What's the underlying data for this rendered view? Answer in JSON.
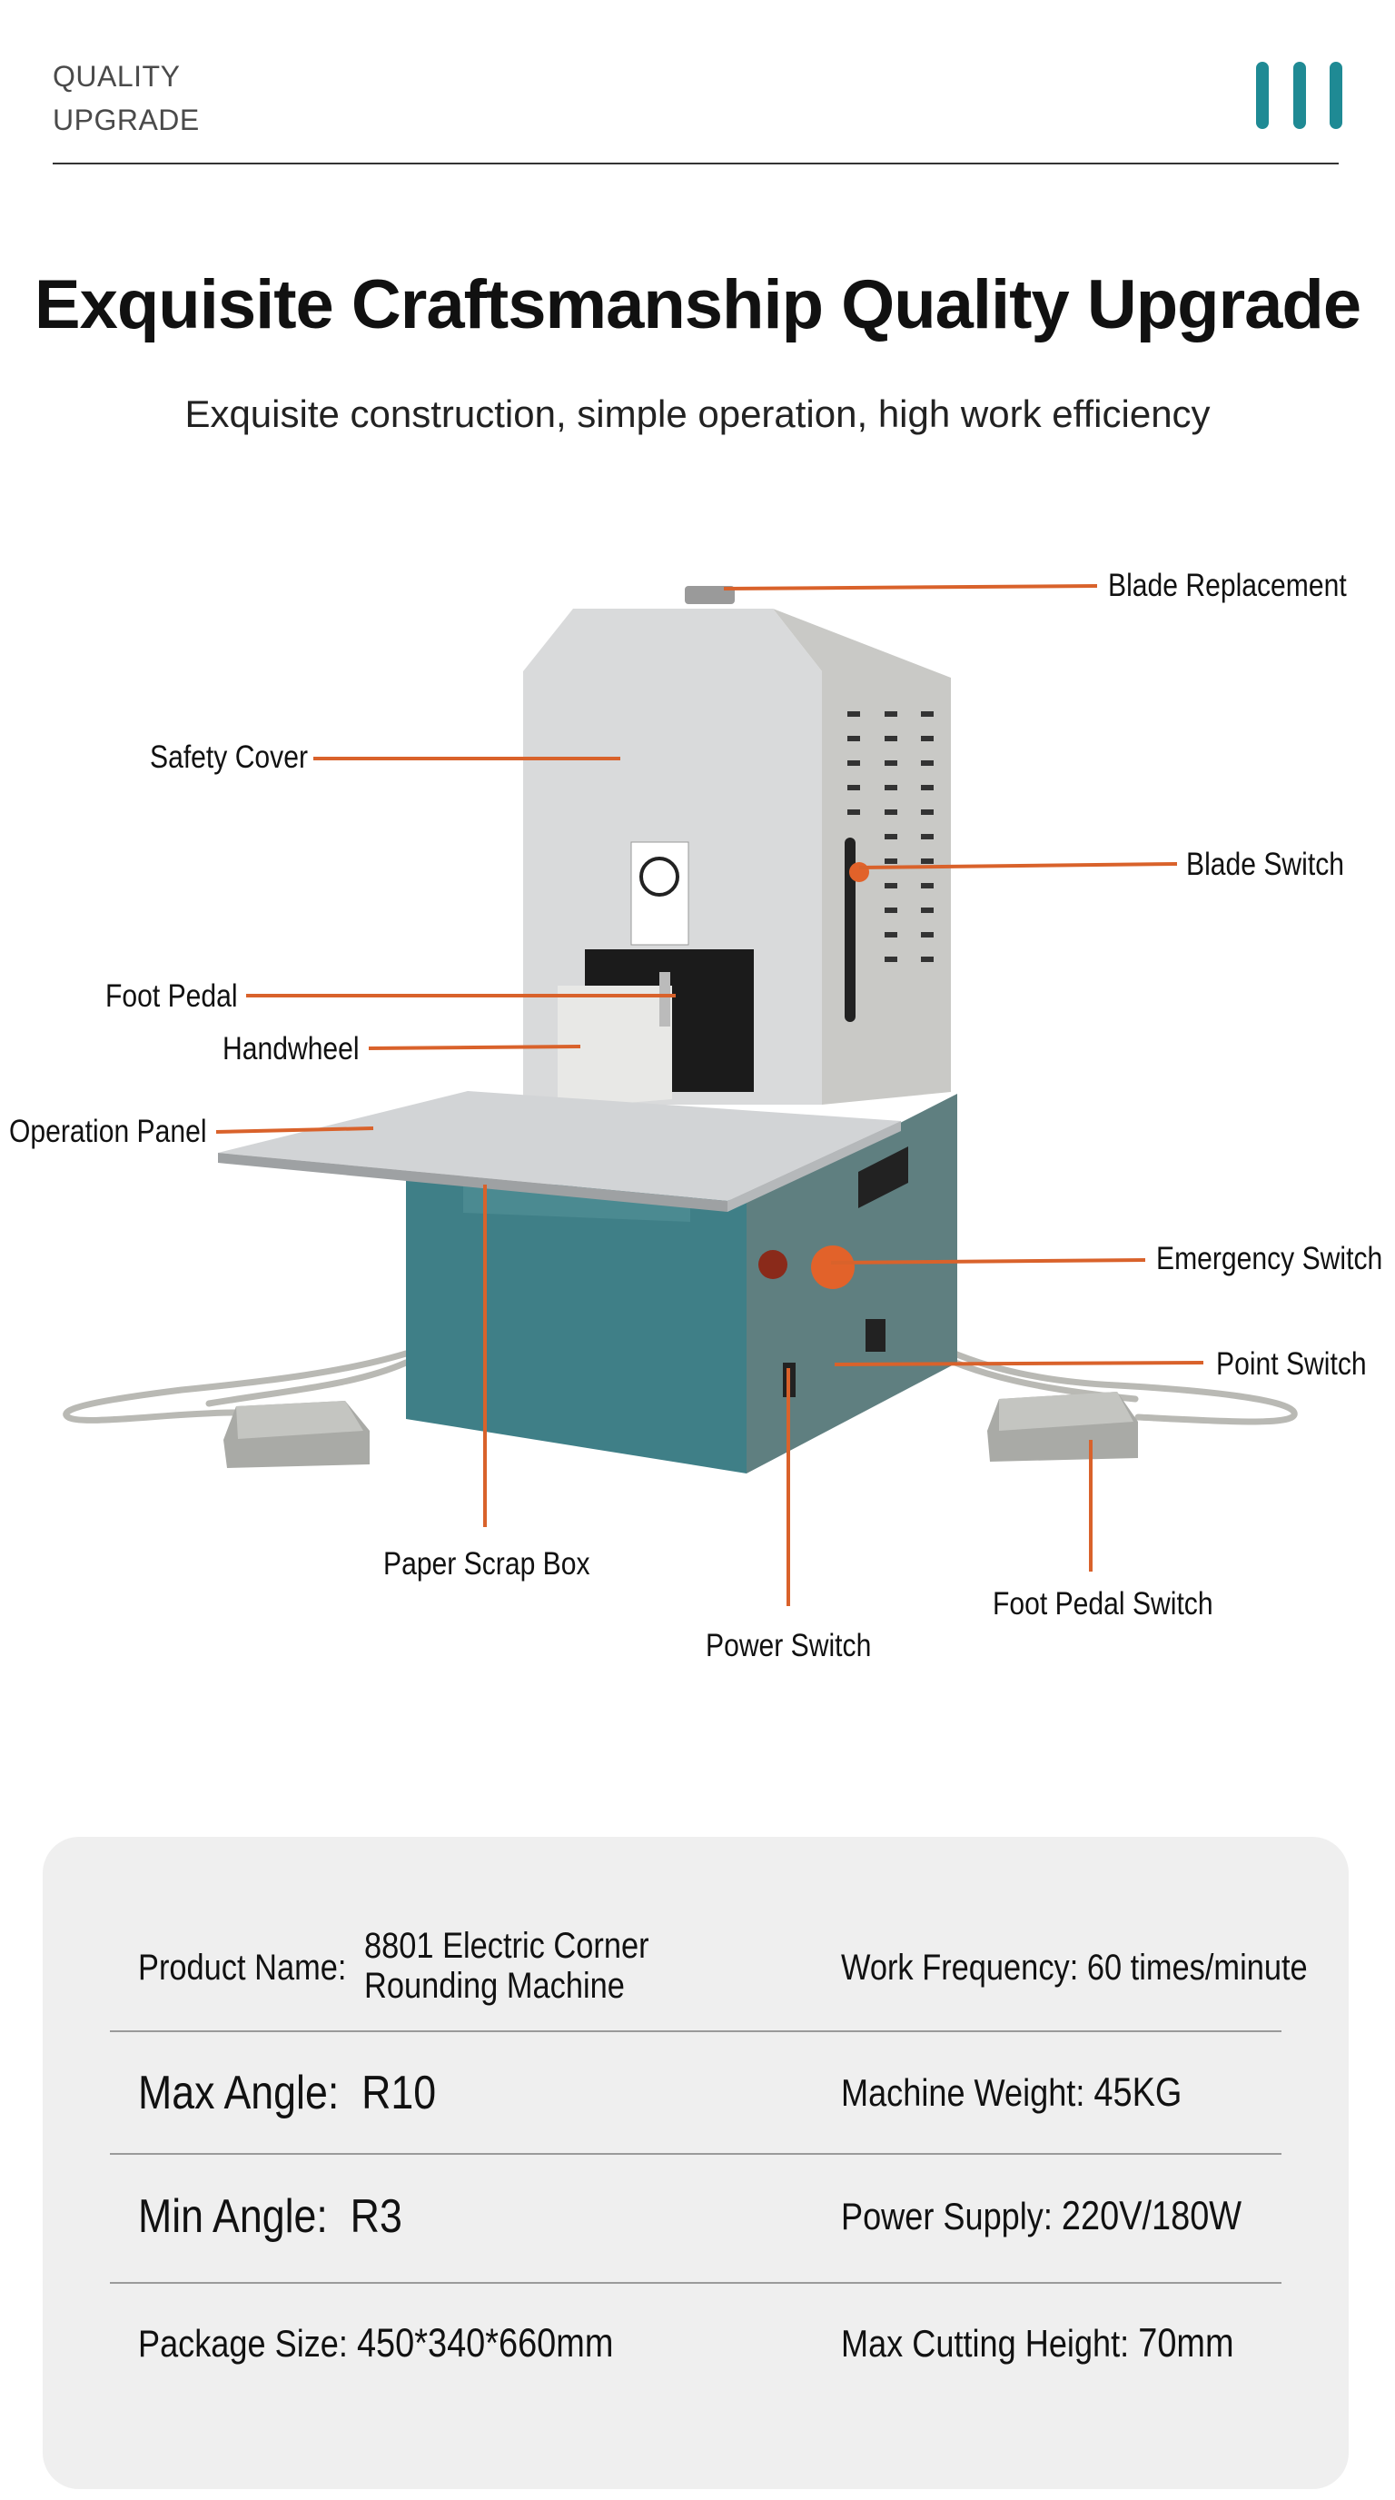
{
  "header": {
    "tag_line1": "QUALITY",
    "tag_line2": "UPGRADE",
    "menu_icon": "three-vertical-bars-icon",
    "accent_color": "#1f8a94"
  },
  "hero": {
    "title": "Exquisite Craftsmanship Quality Upgrade",
    "subtitle": "Exquisite construction, simple operation, high work efficiency"
  },
  "diagram": {
    "leader_color": "#d9622b",
    "labels": {
      "blade_replacement": "Blade Replacement",
      "safety_cover": "Safety Cover",
      "blade_switch": "Blade Switch",
      "foot_pedal": "Foot Pedal",
      "handwheel": "Handwheel",
      "operation_panel": "Operation Panel",
      "emergency_switch": "Emergency Switch",
      "point_switch": "Point Switch",
      "paper_scrap_box": "Paper Scrap Box",
      "power_switch": "Power Switch",
      "foot_pedal_switch": "Foot Pedal Switch"
    }
  },
  "specs": {
    "product_name_label": "Product Name:",
    "product_name_line1": "8801 Electric Corner",
    "product_name_line2": "Rounding Machine",
    "work_frequency_label": "Work Frequency:",
    "work_frequency_value": "60 times/minute",
    "max_angle_label": "Max Angle:",
    "max_angle_value": "R10",
    "machine_weight_label": "Machine Weight:",
    "machine_weight_value": "45KG",
    "min_angle_label": "Min Angle:",
    "min_angle_value": "R3",
    "power_supply_label": "Power Supply:",
    "power_supply_value": "220V/180W",
    "package_size_label": "Package Size:",
    "package_size_value": "450*340*660mm",
    "max_cutting_height_label": "Max Cutting Height:",
    "max_cutting_height_value": "70mm"
  }
}
